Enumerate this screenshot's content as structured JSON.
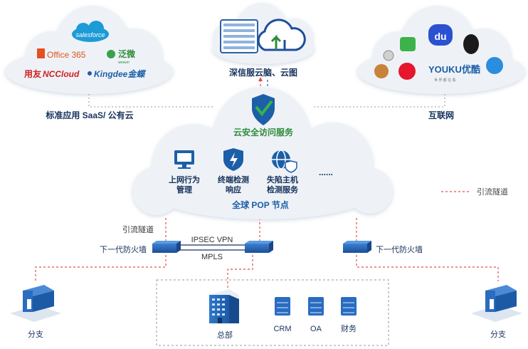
{
  "top_left_cloud": {
    "brands": {
      "salesforce": "salesforce",
      "office365": "Office 365",
      "fanwei": "泛微",
      "fanwei_sub": "weaver",
      "yonyou": "用友",
      "nccloud": "NCCloud",
      "kingdee": "Kingdee金蝶"
    },
    "caption": "标准应用 SaaS/ 公有云"
  },
  "top_center_cloud": {
    "caption": "深信服云脑、云图"
  },
  "top_right_cloud": {
    "brands": {
      "baidu": "du",
      "youku": "YOUKU优酷",
      "youku_sub": "世 界 都 在 看"
    },
    "caption": "互联网"
  },
  "main_cloud": {
    "service_title": "云安全访问服务",
    "features": [
      {
        "label_line1": "上网行为",
        "label_line2": "管理",
        "icon": "monitor-icon"
      },
      {
        "label_line1": "终端检测",
        "label_line2": "响应",
        "icon": "shield-bolt-icon"
      },
      {
        "label_line1": "失陷主机",
        "label_line2": "检测服务",
        "icon": "globe-shield-icon"
      }
    ],
    "more": "......",
    "pop_label": "全球 POP 节点"
  },
  "legend": {
    "label": "引流隧道"
  },
  "network": {
    "tunnel_label": "引流隧道",
    "firewall_left": "下一代防火墙",
    "firewall_right": "下一代防火墙",
    "ipsec": "IPSEC VPN",
    "mpls": "MPLS"
  },
  "hq": {
    "hq_label": "总部",
    "servers": [
      "CRM",
      "OA",
      "财务"
    ]
  },
  "branches": {
    "left": "分支",
    "right": "分支"
  },
  "colors": {
    "cloud": "#eef2f7",
    "navy": "#16325c",
    "blue": "#1c5fa8",
    "green": "#2e8b3a",
    "tunnel": "#e05050"
  }
}
